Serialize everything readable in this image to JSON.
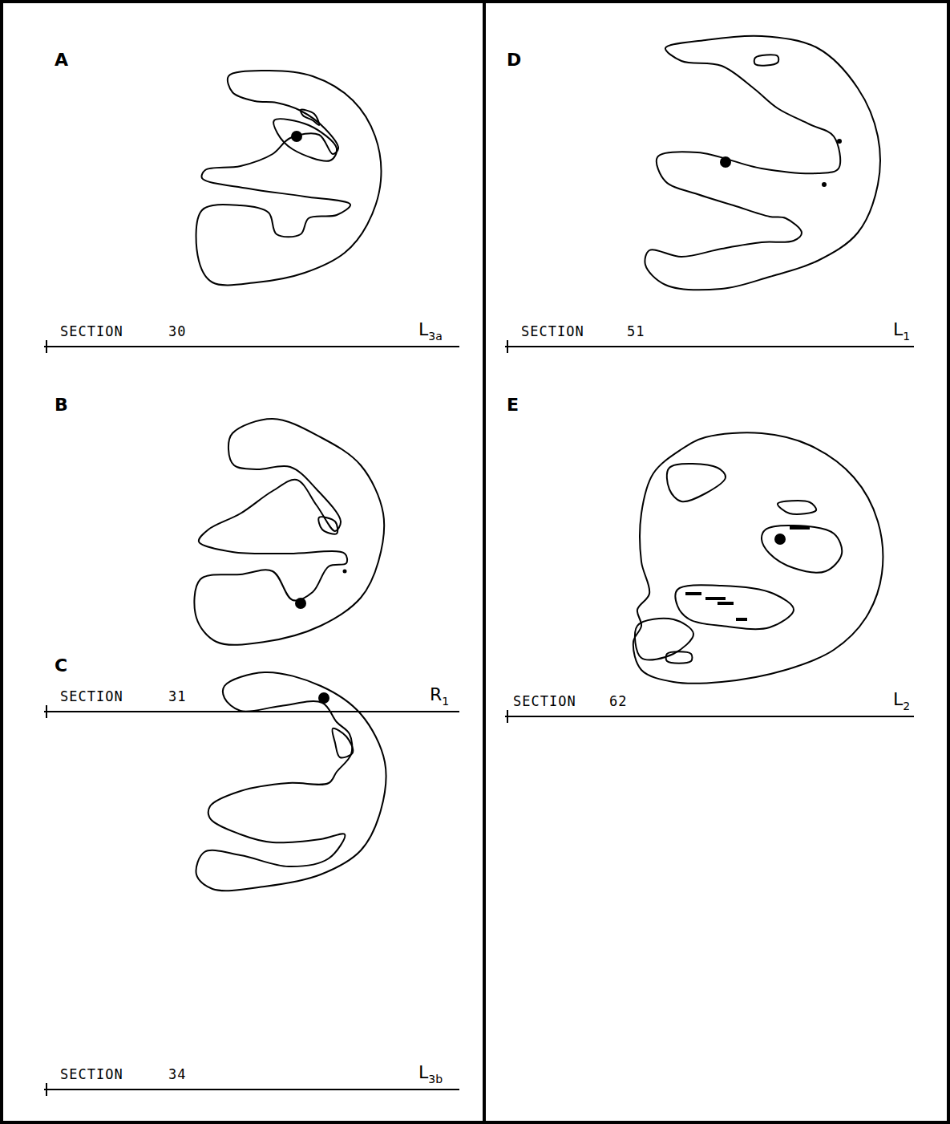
{
  "diagram": {
    "labels": [
      "A",
      "SECTION",
      "30",
      "L3a",
      "B",
      "SECTION",
      "31",
      "R1",
      "C",
      "SECTION",
      "34",
      "L3b",
      "D",
      "SECTION",
      "51",
      "L1",
      "E",
      "SECTION",
      "62",
      "L2"
    ]
  }
}
